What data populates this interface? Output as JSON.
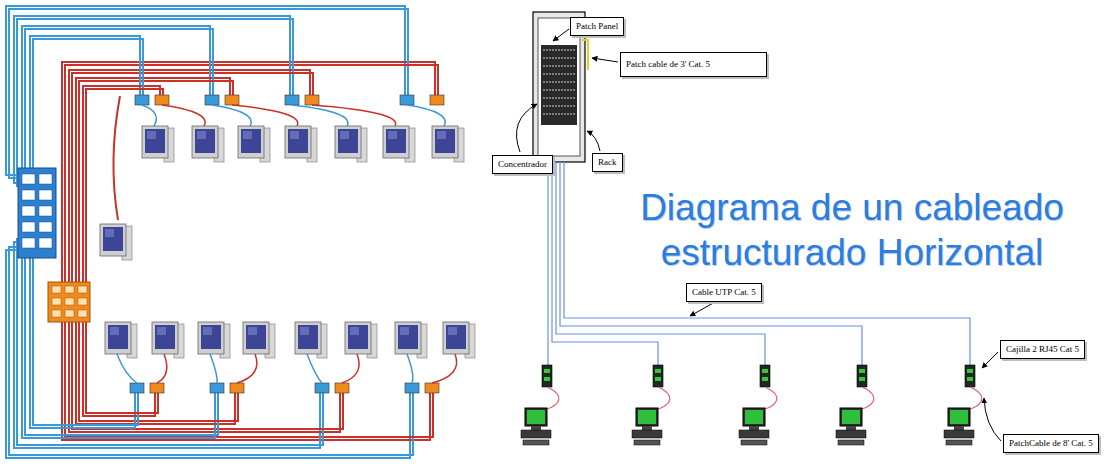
{
  "diagram": {
    "title": "Diagrama de un cableado estructurado Horizontal",
    "nodes": [
      {
        "text": [
          "Patch Panel"
        ]
      },
      {
        "text": [
          "Patch cable de 3' Cat. 5"
        ]
      },
      {
        "text": [
          "Concentrador"
        ]
      },
      {
        "text": [
          "Rack"
        ]
      },
      {
        "text": [
          "Cable UTP Cat. 5"
        ]
      },
      {
        "text": [
          "Cajilla 2 RJ45 Cat 5"
        ]
      },
      {
        "text": [
          "PatchCable de 8' Cat. 5"
        ]
      }
    ]
  }
}
